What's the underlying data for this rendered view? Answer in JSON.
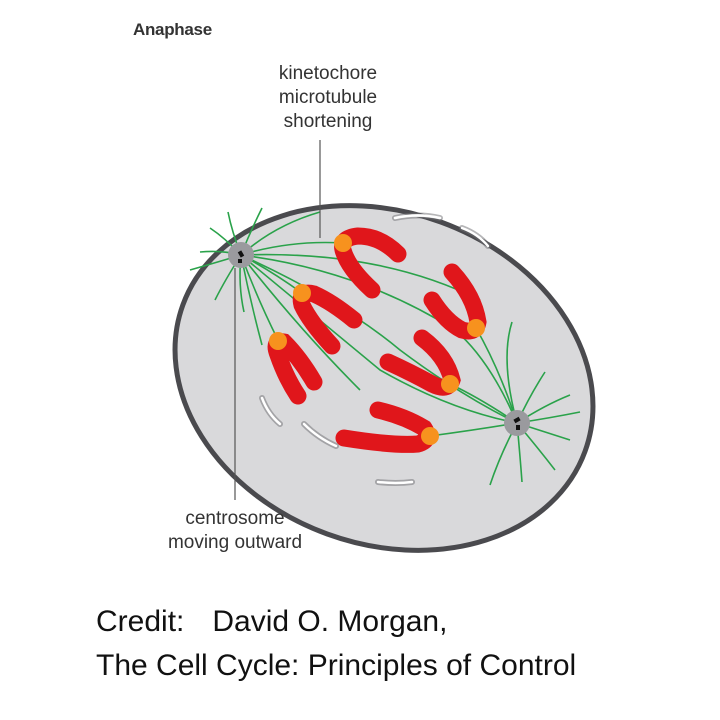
{
  "figure": {
    "title": "Anaphase",
    "label_kinetochore": [
      "kinetochore",
      "microtubule",
      "shortening"
    ],
    "label_centrosome": [
      "centrosome",
      "moving outward"
    ]
  },
  "credit": {
    "prefix": "Credit:",
    "author": "David O. Morgan,",
    "source": "The Cell Cycle: Principles of Control"
  },
  "colors": {
    "cell": "#d9d9db",
    "cell_border": "#4a4a4e",
    "chromosome": "#e0161b",
    "kinetochore": "#f7921e",
    "microtubule": "#2aa24a",
    "centrosome": "#9a9a9e"
  }
}
